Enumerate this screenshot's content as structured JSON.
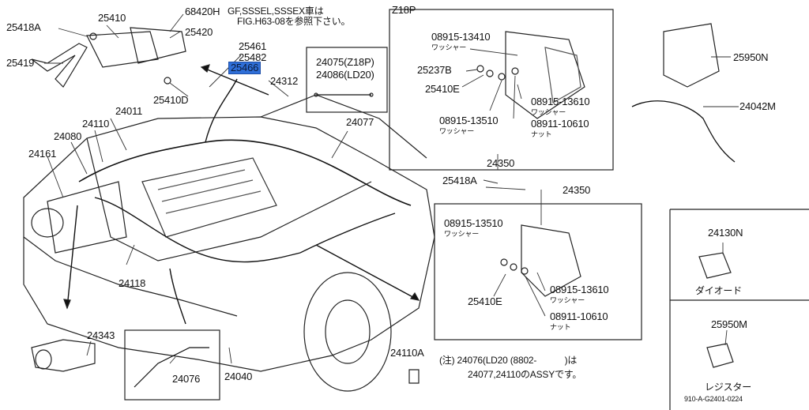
{
  "labels": {
    "p25418a_top": "25418A",
    "p25410": "25410",
    "p68420h": "68420H",
    "note_gf": "GF,SSSEL,SSSEX車は",
    "note_fig": "FIG.H63-08を参照下さい。",
    "p25420": "25420",
    "p25419": "25419",
    "p25461": "25461",
    "p25482": "25482",
    "p25466": "25466",
    "p24312": "24312",
    "p25410d": "25410D",
    "p24011": "24011",
    "p24110": "24110",
    "p24080": "24080",
    "p24161": "24161",
    "p24077": "24077",
    "p24118": "24118",
    "p24343": "24343",
    "p24076": "24076",
    "p24040": "24040",
    "p24110a": "24110A",
    "inset_z18p": "24075(Z18P)",
    "inset_ld20": "24086(LD20)",
    "tr_title": "Z18P",
    "tr_08915_13410": "08915-13410",
    "tr_washer1": "ワッシャー",
    "tr_25237b": "25237B",
    "tr_25410e": "25410E",
    "tr_08915_13610": "08915-13610",
    "tr_washer2": "ワッシャー",
    "tr_08915_13510": "08915-13510",
    "tr_washer3": "ワッシャー",
    "tr_08911_10610": "08911-10610",
    "tr_nut": "ナット",
    "tr_24350": "24350",
    "p25950n": "25950N",
    "p24042m": "24042M",
    "mr_25418a": "25418A",
    "mr_24350": "24350",
    "mr_08915_13510": "08915-13510",
    "mr_washer1": "ワッシャー",
    "mr_08915_13610": "08915-13610",
    "mr_washer2": "ワッシャー",
    "mr_25410e": "25410E",
    "mr_08911_10610": "08911-10610",
    "mr_nut": "ナット",
    "p24130n": "24130N",
    "diode": "ダイオード",
    "p25950m": "25950M",
    "register": "レジスター",
    "ref_code": "910-A-G2401-0224",
    "note1": "(注) 24076(LD20 (8802-　　　)は",
    "note2": "24077,24110のASSYです。"
  }
}
